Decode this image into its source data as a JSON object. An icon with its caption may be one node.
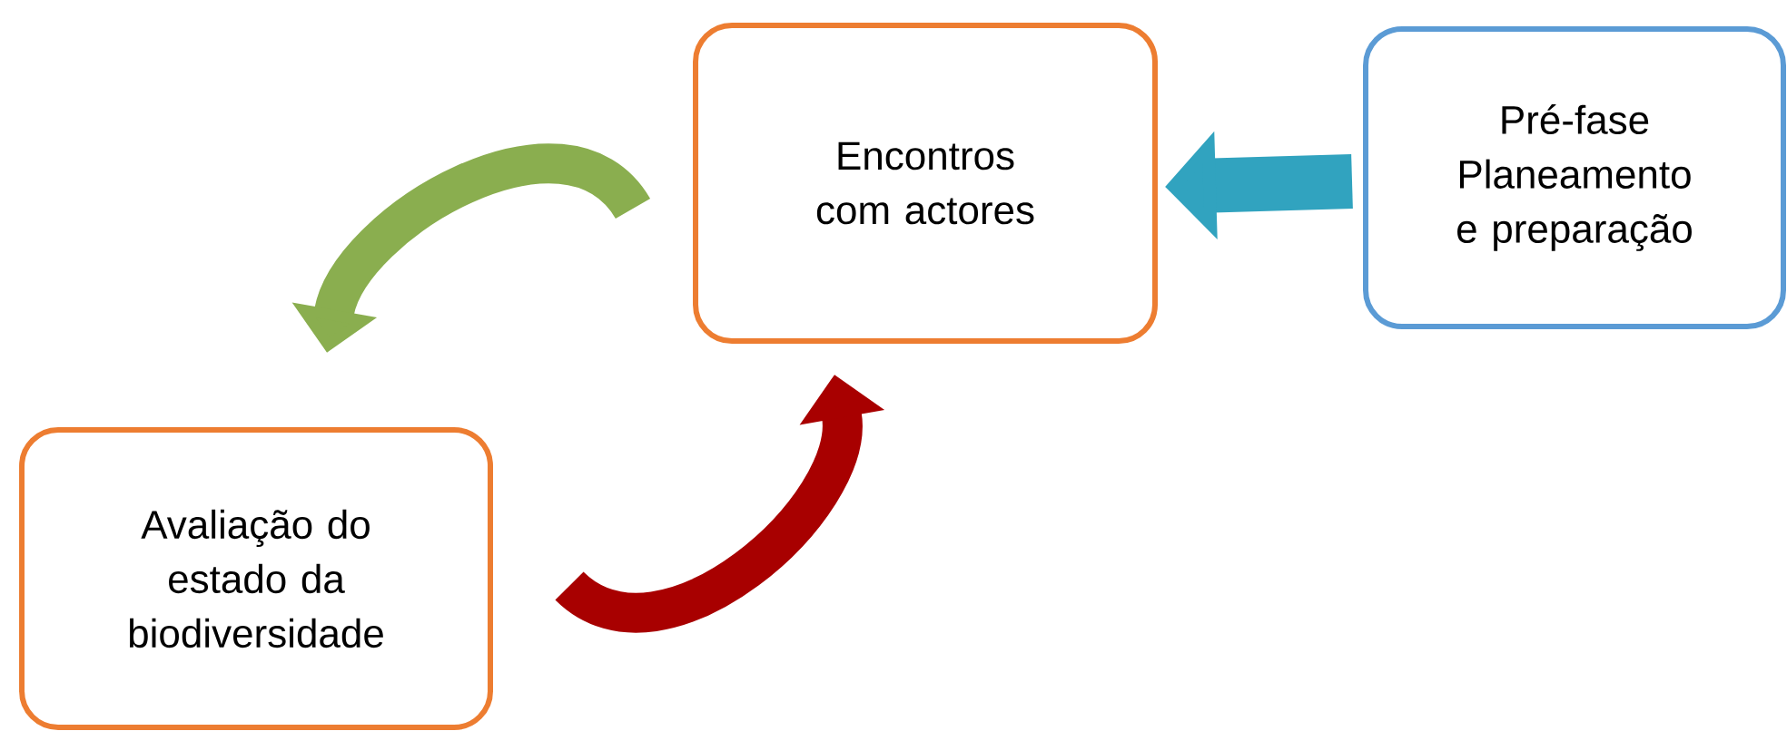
{
  "diagram": {
    "nodes": [
      {
        "text": [
          "Encontros com actores"
        ]
      },
      {
        "text": [
          "Pré-fase Planeamento e preparação"
        ]
      },
      {
        "text": [
          "Avaliação do estado da biodiversidade"
        ]
      }
    ],
    "edges": [
      {
        "from": 1,
        "to": 0,
        "arrow": "to",
        "color": "#31a3bf"
      },
      {
        "from": 0,
        "to": 2,
        "arrow": "to",
        "color": "#8aae4f"
      },
      {
        "from": 2,
        "to": 0,
        "arrow": "to",
        "color": "#a80000"
      }
    ]
  }
}
